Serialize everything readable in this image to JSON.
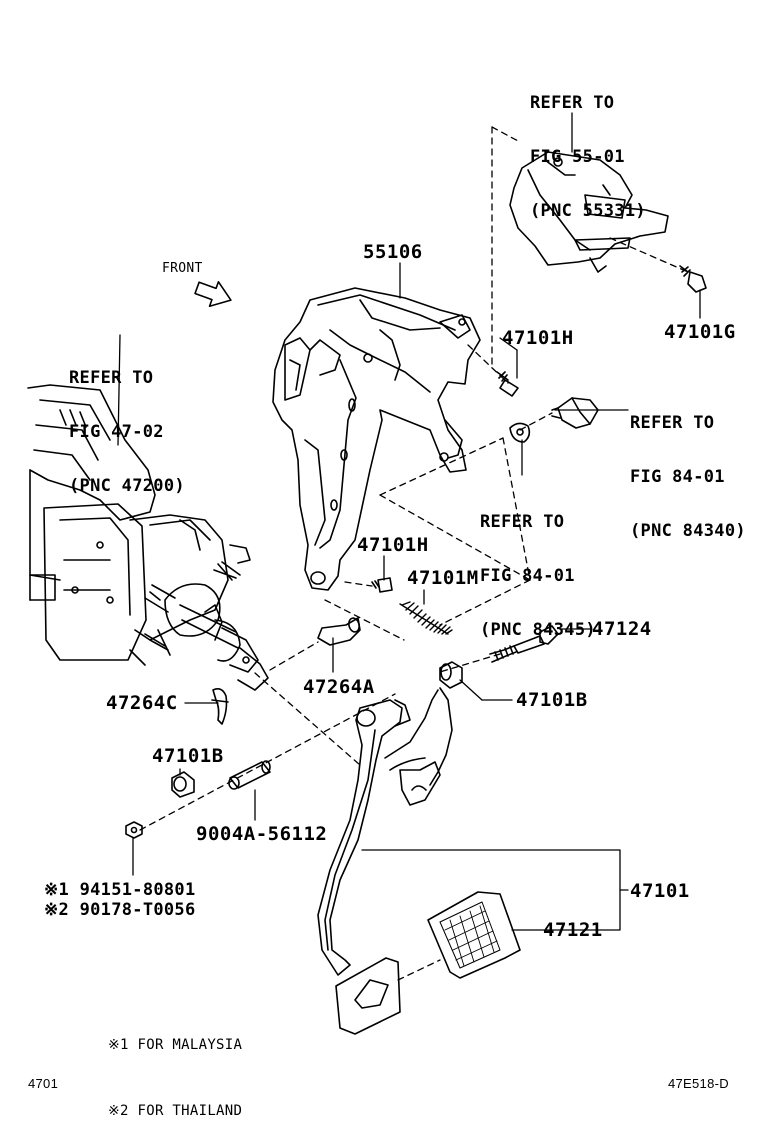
{
  "refs": {
    "fig55": [
      "REFER TO",
      "FIG 55-01",
      "(PNC 55331)"
    ],
    "fig47": [
      "REFER TO",
      "FIG 47-02",
      "(PNC 47200)"
    ],
    "fig84a": [
      "REFER TO",
      "FIG 84-01",
      "(PNC 84340)"
    ],
    "fig84b": [
      "REFER TO",
      "FIG 84-01",
      "(PNC 84345)"
    ]
  },
  "direction_label": "FRONT",
  "parts": {
    "p55106": "55106",
    "p47101H_top": "47101H",
    "p47101G": "47101G",
    "p47101H_mid": "47101H",
    "p47101M": "47101M",
    "p47124": "47124",
    "p47264C": "47264C",
    "p47264A": "47264A",
    "p47101B_right": "47101B",
    "p47101B_left": "47101B",
    "p9004A": "9004A-56112",
    "p47101": "47101",
    "p47121": "47121",
    "nut1": "※1 94151-80801",
    "nut2": "※2 90178-T0056"
  },
  "notes": [
    "※1 FOR MALAYSIA",
    "※2 FOR THAILAND"
  ],
  "footer": {
    "left": "4701",
    "right": "47E518-D"
  }
}
